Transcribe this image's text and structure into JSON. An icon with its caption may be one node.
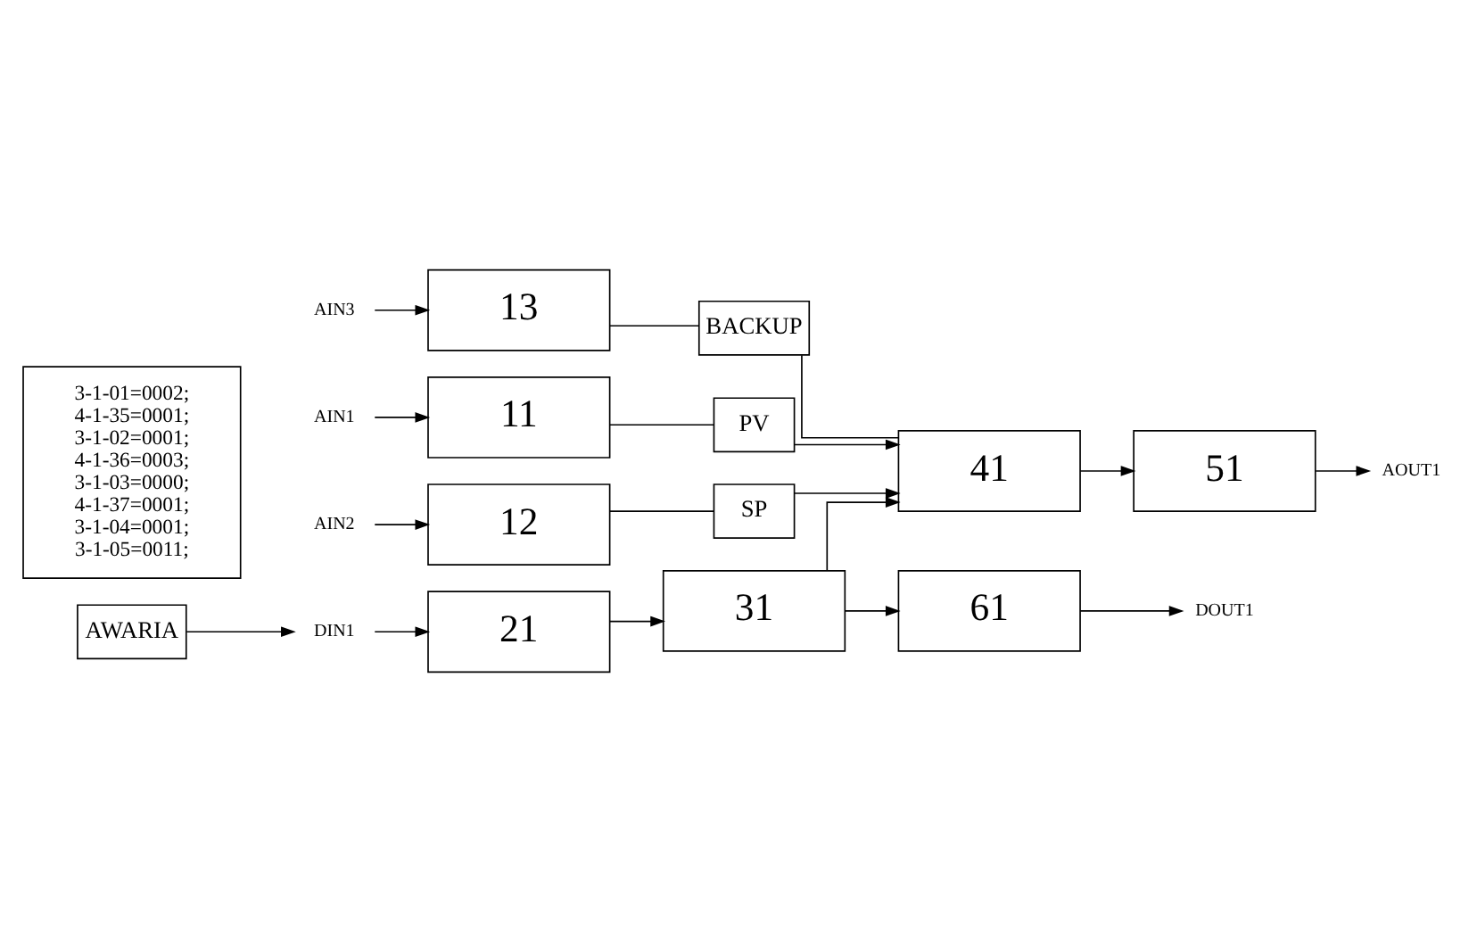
{
  "diagram": {
    "nodes": [
      {
        "text": [
          "BACKUP"
        ]
      },
      {
        "text": [
          "AIN1"
        ]
      },
      {
        "text": [
          "11"
        ]
      },
      {
        "text": [
          "PV"
        ]
      },
      {
        "text": [
          "SP"
        ]
      },
      {
        "text": [
          "41"
        ]
      },
      {
        "text": [
          "AOUT1"
        ]
      },
      {
        "text": [
          "51"
        ]
      },
      {
        "text": [
          "AIN2"
        ]
      },
      {
        "text": [
          "12"
        ]
      },
      {
        "text": [
          "31"
        ]
      },
      {
        "text": [
          "61"
        ]
      },
      {
        "text": [
          "DOUT1"
        ]
      },
      {
        "text": [
          "AIN3"
        ]
      },
      {
        "text": [
          "13"
        ]
      },
      {
        "text": [
          "DIN1"
        ]
      },
      {
        "text": [
          "21"
        ]
      },
      {
        "text": [
          "3-1-01=0002;",
          "4-1-35=0001;",
          "3-1-02=0001;",
          "4-1-36=0003;",
          "3-1-03=0000;",
          "4-1-37=0001;",
          "3-1-04=0001;",
          "3-1-05=0011;"
        ]
      },
      {
        "text": [
          "AWARIA"
        ]
      }
    ],
    "edges": [
      {
        "from": 1,
        "to": 2,
        "arrow": "to"
      },
      {
        "from": 2,
        "to": 3,
        "arrow": "none"
      },
      {
        "from": 3,
        "to": 5,
        "arrow": "to"
      },
      {
        "from": 8,
        "to": 9,
        "arrow": "to"
      },
      {
        "from": 9,
        "to": 4,
        "arrow": "none"
      },
      {
        "from": 4,
        "to": 5,
        "arrow": "to"
      },
      {
        "from": 13,
        "to": 14,
        "arrow": "to"
      },
      {
        "from": 14,
        "to": 0,
        "arrow": "none"
      },
      {
        "from": 0,
        "to": 5,
        "arrow": "none"
      },
      {
        "from": 5,
        "to": 7,
        "arrow": "to"
      },
      {
        "from": 7,
        "to": 6,
        "arrow": "to"
      },
      {
        "from": 15,
        "to": 16,
        "arrow": "to"
      },
      {
        "from": 16,
        "to": 10,
        "arrow": "to"
      },
      {
        "from": 10,
        "to": 5,
        "arrow": "to"
      },
      {
        "from": 10,
        "to": 11,
        "arrow": "to"
      },
      {
        "from": 11,
        "to": 12,
        "arrow": "to"
      },
      {
        "from": 18,
        "to": 15,
        "arrow": "to"
      }
    ]
  }
}
